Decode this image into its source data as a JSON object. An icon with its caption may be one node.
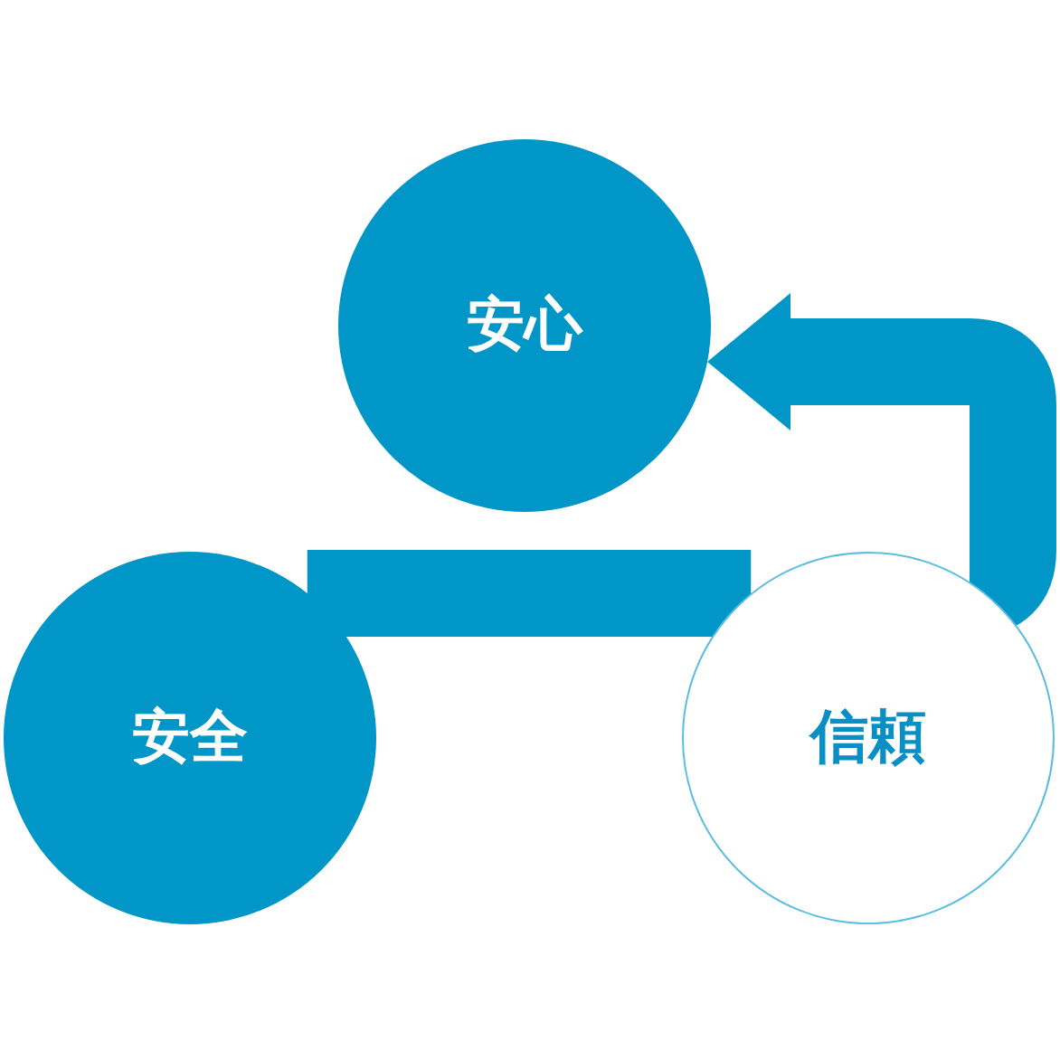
{
  "diagram": {
    "nodes": [
      {
        "text": [
          "安心"
        ]
      },
      {
        "text": [
          "安全"
        ]
      },
      {
        "text": [
          "信頼"
        ]
      }
    ],
    "edges": [
      {
        "from": 1,
        "to": 2,
        "arrow": "none"
      },
      {
        "from": 2,
        "to": 0,
        "arrow": "to"
      }
    ]
  }
}
